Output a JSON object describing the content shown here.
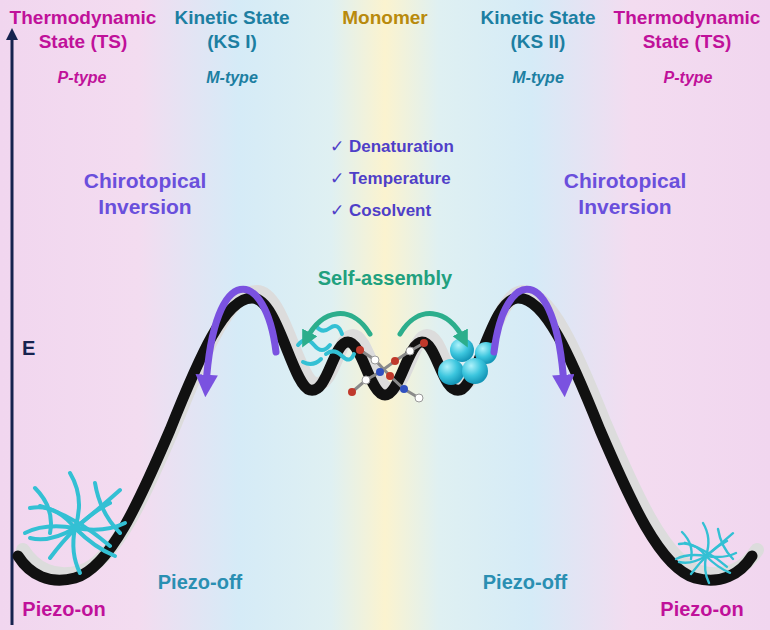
{
  "diagram": {
    "labels": [
      "Thermodynamic State (TS)",
      "P-type",
      "Kinetic State (KS I)",
      "M-type",
      "Monomer",
      "Kinetic State (KS II)",
      "M-type",
      "Thermodynamic State (TS)",
      "P-type",
      "✓ Denaturation",
      "✓ Temperature",
      "✓ Cosolvent",
      "Self-assembly",
      "Chirotopical Inversion",
      "Chirotopical Inversion",
      "E",
      "Piezo-off",
      "Piezo-off",
      "Piezo-on",
      "Piezo-on"
    ]
  }
}
